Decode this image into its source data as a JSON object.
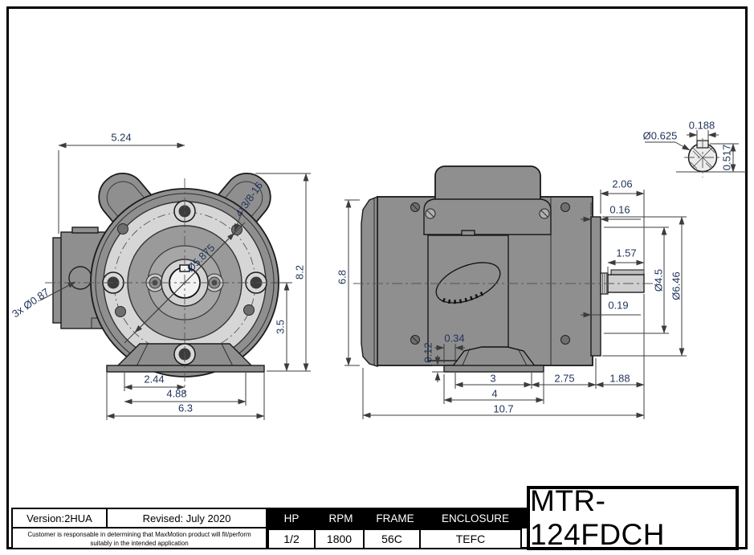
{
  "drawing": {
    "front_view": {
      "dim_width_center": "5.24",
      "dim_overall_height": "8.2",
      "dim_shaft_height": "3.5",
      "dim_foot_center": "2.44",
      "dim_foot_span": "4.88",
      "dim_base_width": "6.3",
      "dim_conduit_holes": "3x Ø0.87",
      "dim_bolt_circle": "Ø5.875",
      "dim_mounting_holes": "4*3/8-16"
    },
    "side_view": {
      "dim_body_height": "6.8",
      "dim_shaft_overall": "2.06",
      "dim_flange_thickness": "0.16",
      "dim_shaft_length": "1.57",
      "dim_pilot_dia": "Ø4.5",
      "dim_flange_dia": "Ø6.46",
      "dim_shaft_step": "0.19",
      "dim_base_thickness": "0.12",
      "dim_foot_hole_offset": "0.34",
      "dim_foot_hole_spacing": "3",
      "dim_foot_length": "4",
      "dim_face_to_foot": "2.75",
      "dim_shaft_extension": "1.88",
      "dim_overall_length": "10.7"
    },
    "shaft_detail": {
      "dim_key_width": "0.188",
      "dim_flat_height": "0.517",
      "dim_shaft_dia": "Ø0.625"
    }
  },
  "title_block": {
    "version": "Version:2HUA",
    "revised": "Revised: July 2020",
    "disclaimer_line1": "Customer is responsable in determining that MaxMotion product will fit/perform",
    "disclaimer_line2": "suitably in the intended application",
    "part_number": "MTR-124FDCH",
    "specs": {
      "headers": [
        "HP",
        "RPM",
        "FRAME",
        "ENCLOSURE"
      ],
      "values": [
        "1/2",
        "1800",
        "56C",
        "TEFC"
      ]
    }
  },
  "colors": {
    "dimension_text": "#1f3259",
    "motor_body_gray": "#8f8f8f",
    "face_light_gray": "#d6d6d6",
    "header_bar": "#000000"
  }
}
